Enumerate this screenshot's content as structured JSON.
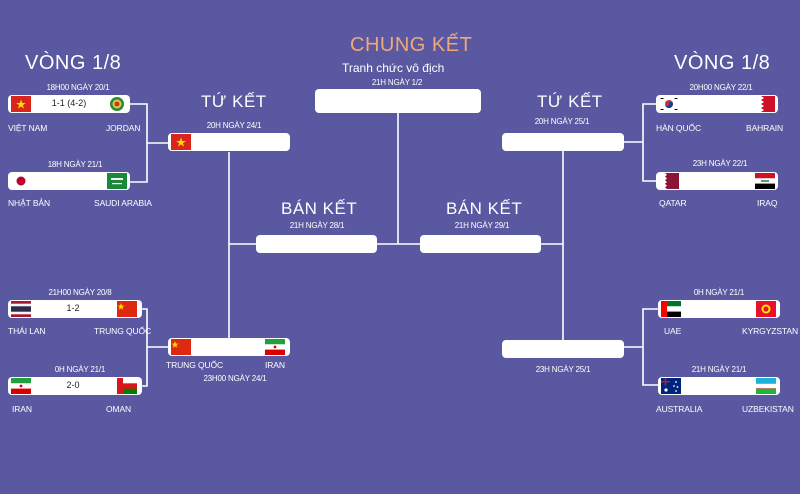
{
  "headings": {
    "final": "CHUNG KẾT",
    "final_sub": "Tranh chức vô địch",
    "final_time": "21H NGÀY 1/2",
    "r16_left": "VÒNG 1/8",
    "r16_right": "VÒNG 1/8",
    "qf_left": "TỨ KẾT",
    "qf_right": "TỨ KẾT",
    "sf_left": "BÁN KẾT",
    "sf_right": "BÁN KẾT"
  },
  "colors": {
    "background": "#5a58a0",
    "final_title": "#f0a878",
    "box": "#ffffff",
    "line": "#ffffff"
  },
  "left_r16": [
    {
      "time": "18H00 NGÀY 20/1",
      "team1": "VIỆT NAM",
      "team2": "JORDAN",
      "score": "1-1 (4-2)",
      "flag1": "vietnam-flag-icon",
      "flag2": "jordan-flag-icon"
    },
    {
      "time": "18H NGÀY 21/1",
      "team1": "NHẬT BẢN",
      "team2": "SAUDI ARABIA",
      "score": "",
      "flag1": "japan-flag-icon",
      "flag2": "saudi-arabia-flag-icon"
    },
    {
      "time": "21H00 NGÀY 20/8",
      "team1": "THÁI LAN",
      "team2": "TRUNG QUỐC",
      "score": "1-2",
      "flag1": "thailand-flag-icon",
      "flag2": "china-flag-icon"
    },
    {
      "time": "0H NGÀY 21/1",
      "team1": "IRAN",
      "team2": "OMAN",
      "score": "2-0",
      "flag1": "iran-flag-icon",
      "flag2": "oman-flag-icon"
    }
  ],
  "right_r16": [
    {
      "time": "20H00 NGÀY 22/1",
      "team1": "HÀN QUỐC",
      "team2": "BAHRAIN",
      "score": "",
      "flag1": "south-korea-flag-icon",
      "flag2": "bahrain-flag-icon"
    },
    {
      "time": "23H NGÀY 22/1",
      "team1": "QATAR",
      "team2": "IRAQ",
      "score": "",
      "flag1": "qatar-flag-icon",
      "flag2": "iraq-flag-icon"
    },
    {
      "time": "0H NGÀY 21/1",
      "team1": "UAE",
      "team2": "KYRGYZSTAN",
      "score": "",
      "flag1": "uae-flag-icon",
      "flag2": "kyrgyzstan-flag-icon"
    },
    {
      "time": "21H NGÀY 21/1",
      "team1": "AUSTRALIA",
      "team2": "UZBEKISTAN",
      "score": "",
      "flag1": "australia-flag-icon",
      "flag2": "uzbekistan-flag-icon"
    }
  ],
  "left_qf": [
    {
      "time": "20H NGÀY 24/1",
      "team1": "",
      "team2": "",
      "flag1": "vietnam-flag-icon"
    },
    {
      "time": "23H00 NGÀY 24/1",
      "team1": "TRUNG QUỐC",
      "team2": "IRAN",
      "flag1": "china-flag-icon",
      "flag2": "iran-flag-icon"
    }
  ],
  "right_qf": [
    {
      "time": "20H NGÀY 25/1"
    },
    {
      "time": "23H NGÀY 25/1"
    }
  ],
  "sf": {
    "left_time": "21H NGÀY 28/1",
    "right_time": "21H NGÀY 29/1"
  }
}
